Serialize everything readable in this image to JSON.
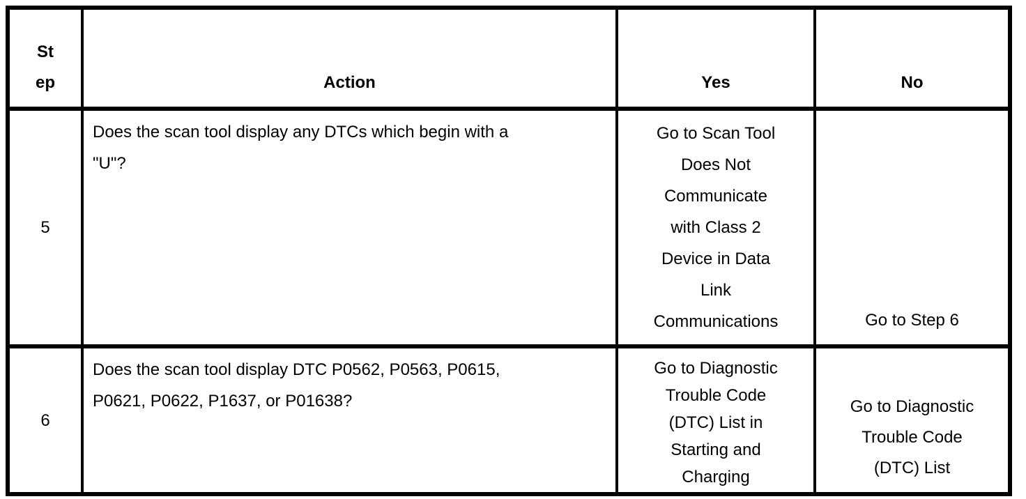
{
  "table": {
    "headers": {
      "step": "St\nep",
      "action": "Action",
      "yes": "Yes",
      "no": "No"
    },
    "rows": [
      {
        "step": "5",
        "action": "Does the scan tool display any DTCs which begin with a\n\"U\"?",
        "yes": "Go to Scan Tool\nDoes Not\nCommunicate\nwith Class 2\nDevice in Data\nLink\nCommunications",
        "no": "Go to Step 6"
      },
      {
        "step": "6",
        "action": "Does the scan tool display DTC P0562, P0563, P0615,\nP0621, P0622, P1637, or P01638?",
        "yes": "Go to Diagnostic\nTrouble Code\n(DTC) List in\nStarting and\nCharging",
        "no": "Go to Diagnostic\nTrouble Code\n(DTC) List"
      }
    ],
    "colors": {
      "border": "#000000",
      "background": "#ffffff",
      "text": "#000000"
    }
  }
}
